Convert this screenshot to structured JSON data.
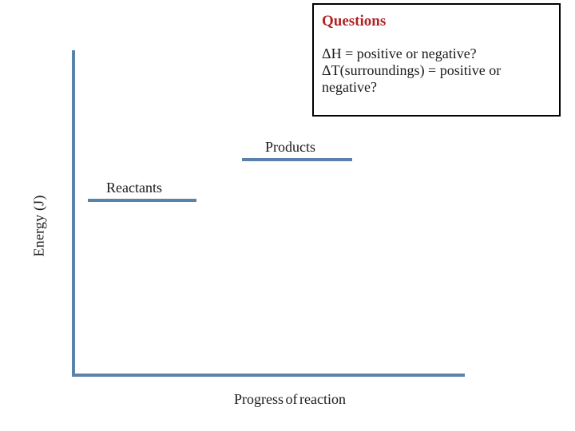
{
  "colors": {
    "accent_blue": "#5b82ab",
    "title_red": "#b02425",
    "text_black": "#1a1a1a",
    "box_border": "#000000",
    "background": "#ffffff"
  },
  "questions_box": {
    "title": "Questions",
    "lines": [
      "ΔH = positive or negative?",
      "ΔT(surroundings) = positive or",
      "negative?"
    ]
  },
  "diagram": {
    "y_axis_label": "Energy (J)",
    "x_axis_label": "Progress of reaction",
    "levels": [
      {
        "label": "Reactants",
        "position": "lower-left"
      },
      {
        "label": "Products",
        "position": "upper-right-of-reactants"
      }
    ]
  }
}
